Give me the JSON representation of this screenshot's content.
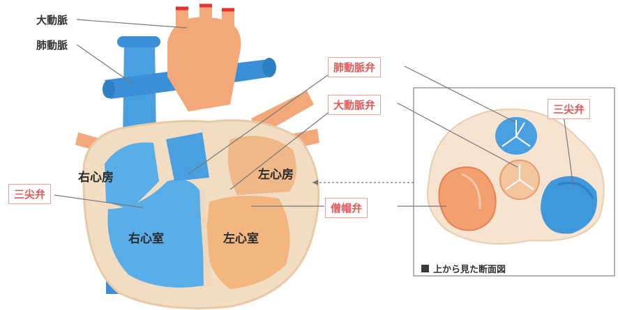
{
  "labels": {
    "aorta": "大動脈",
    "pulmonary_artery": "肺動脈",
    "pulmonary_valve": "肺動脈弁",
    "aortic_valve": "大動脈弁",
    "right_atrium": "右心房",
    "left_atrium": "左心房",
    "tricuspid_left": "三尖弁",
    "right_ventricle": "右心室",
    "left_ventricle": "左心室",
    "mitral_valve": "僧帽弁",
    "tricuspid_inset": "三尖弁",
    "inset_caption": "上から見た断面図"
  },
  "colors": {
    "venous_blue": "#4a9fe0",
    "arterial_orange": "#f2a878",
    "label_red": "#e05a5a"
  }
}
